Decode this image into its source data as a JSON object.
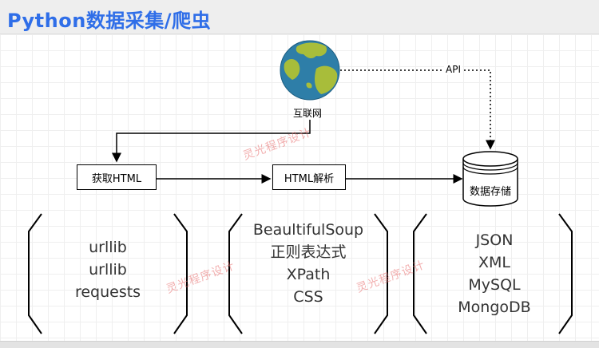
{
  "title": "Python数据采集/爬虫",
  "nodes": {
    "internet": "互联网",
    "fetch": "获取HTML",
    "parse": "HTML解析",
    "store": "数据存储"
  },
  "edge_labels": {
    "api": "API"
  },
  "groups": {
    "fetch_tools": [
      "urllib",
      "urllib",
      "requests"
    ],
    "parse_tools": [
      "BeaultifulSoup",
      "正则表达式",
      "XPath",
      "CSS"
    ],
    "store_targets": [
      "JSON",
      "XML",
      "MySQL",
      "MongoDB"
    ]
  },
  "watermark": "灵光程序设计"
}
